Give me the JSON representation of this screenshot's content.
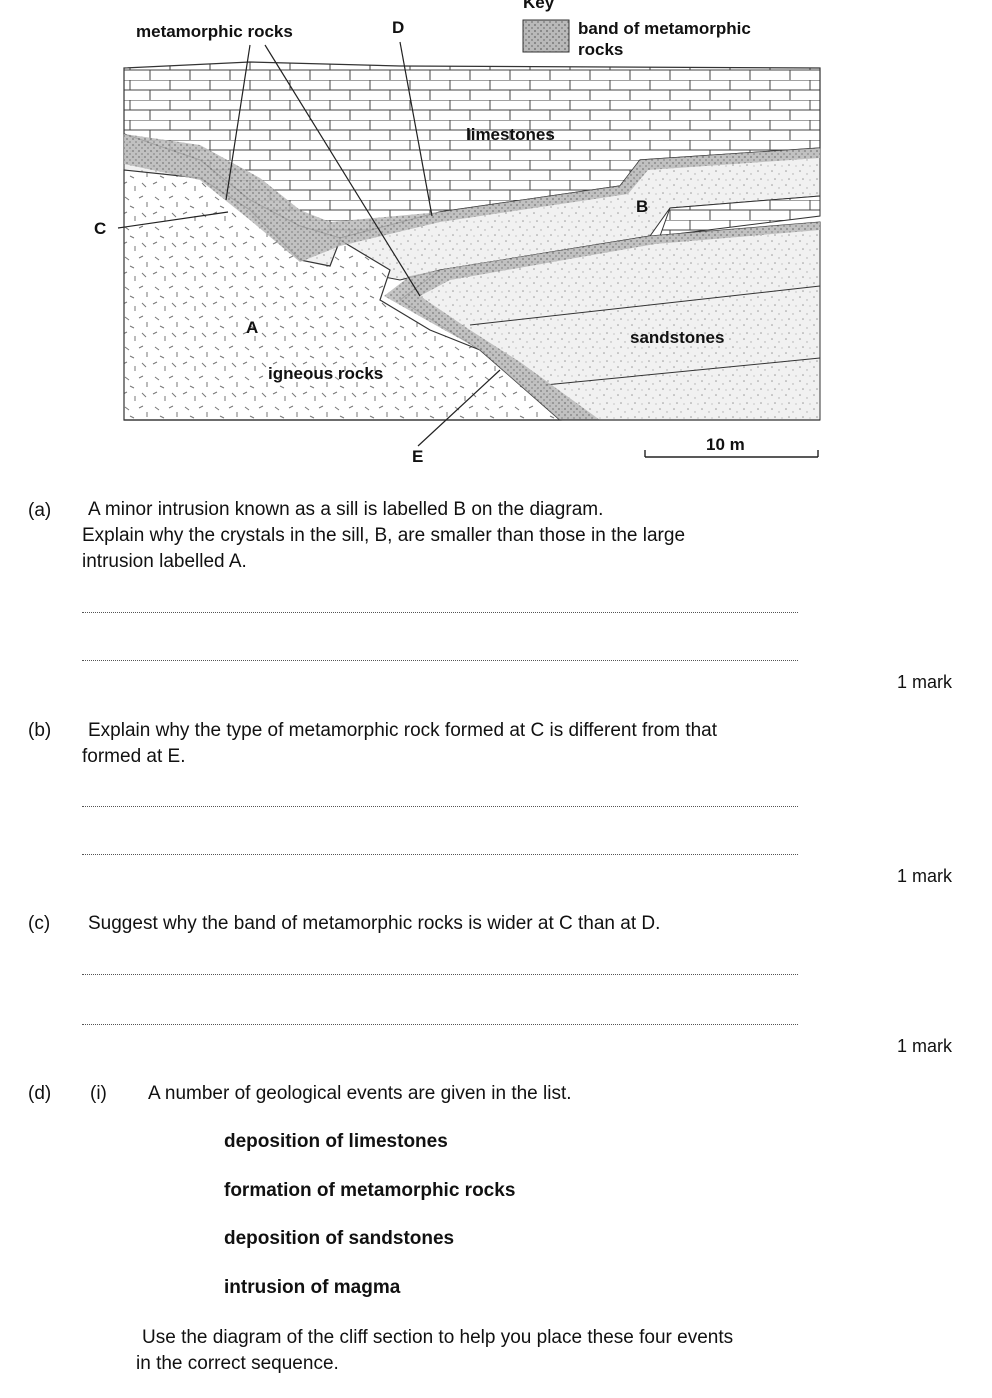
{
  "diagram": {
    "key_title": "Key",
    "key_label_line1": "band of metamorphic",
    "key_label_line2": "rocks",
    "label_metamorphic": "metamorphic rocks",
    "label_D": "D",
    "label_limestones": "limestones",
    "label_B": "B",
    "label_C": "C",
    "label_A": "A",
    "label_sandstones": "sandstones",
    "label_igneous": "igneous rocks",
    "label_E": "E",
    "scale_label": "10 m"
  },
  "questions": {
    "a": {
      "label": "(a)",
      "line1": "A minor intrusion known as a sill is labelled B on the diagram.",
      "line2": "Explain why the crystals in the sill, B, are smaller than those in the large",
      "line3": "intrusion labelled A.",
      "mark": "1 mark"
    },
    "b": {
      "label": "(b)",
      "line1": "Explain why the type of metamorphic rock formed at C is different from that",
      "line2": "formed at E.",
      "mark": "1 mark"
    },
    "c": {
      "label": "(c)",
      "line1": "Suggest why the band of metamorphic rocks is wider at C than at D.",
      "mark": "1 mark"
    },
    "d": {
      "label": "(d)",
      "sublabel": "(i)",
      "line1": "A number of geological events are given in the list.",
      "events": [
        "deposition of limestones",
        "formation of metamorphic rocks",
        "deposition of sandstones",
        "intrusion of magma"
      ],
      "instruction_line1": "Use the diagram of the cliff section to help you place these four events",
      "instruction_line2": "in the correct sequence."
    }
  }
}
